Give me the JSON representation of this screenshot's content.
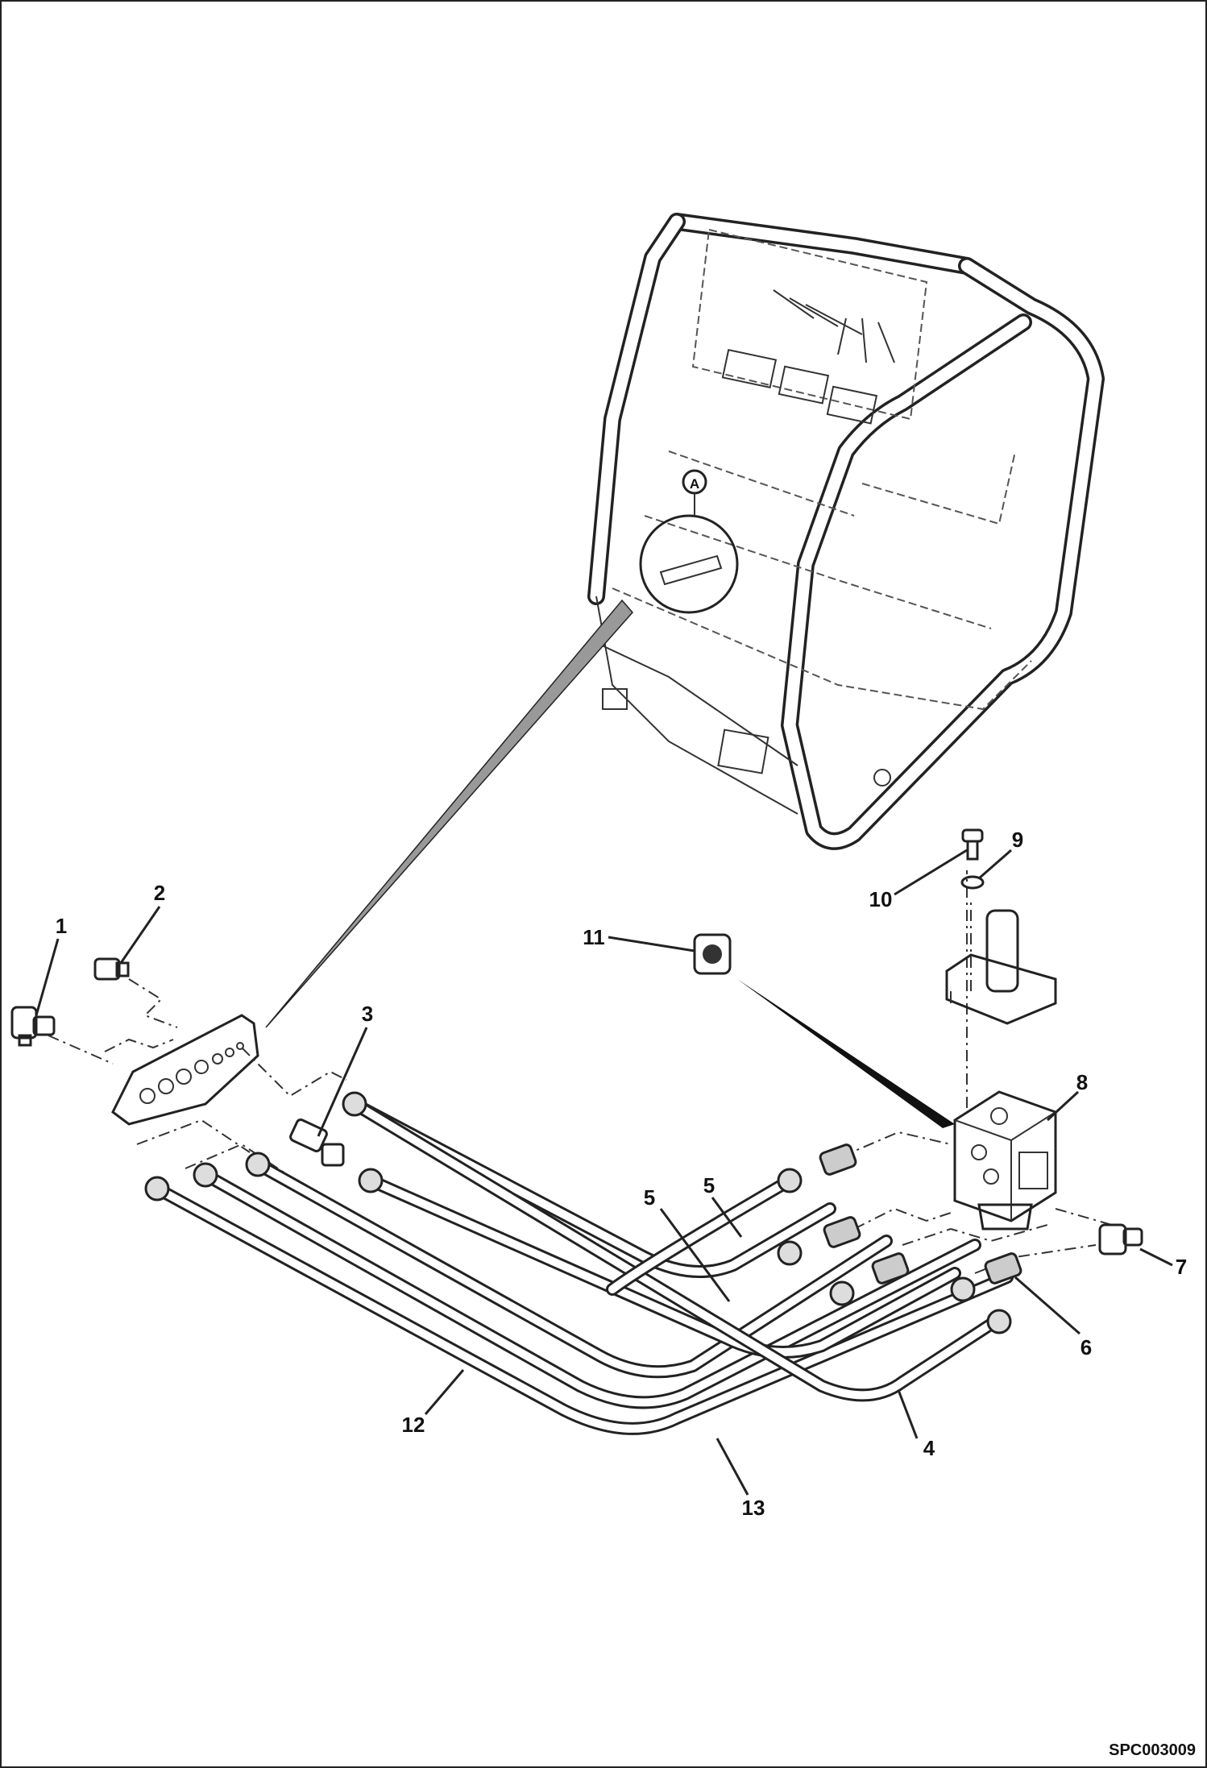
{
  "drawing_code": "SPC003009",
  "detail_marker": "A",
  "callouts": [
    {
      "id": "c1",
      "text": "1"
    },
    {
      "id": "c2",
      "text": "2"
    },
    {
      "id": "c3",
      "text": "3"
    },
    {
      "id": "c4",
      "text": "4"
    },
    {
      "id": "c5a",
      "text": "5"
    },
    {
      "id": "c5b",
      "text": "5"
    },
    {
      "id": "c6",
      "text": "6"
    },
    {
      "id": "c7",
      "text": "7"
    },
    {
      "id": "c8",
      "text": "8"
    },
    {
      "id": "c9",
      "text": "9"
    },
    {
      "id": "c10",
      "text": "10"
    },
    {
      "id": "c11",
      "text": "11"
    },
    {
      "id": "c12",
      "text": "12"
    },
    {
      "id": "c13",
      "text": "13"
    }
  ]
}
